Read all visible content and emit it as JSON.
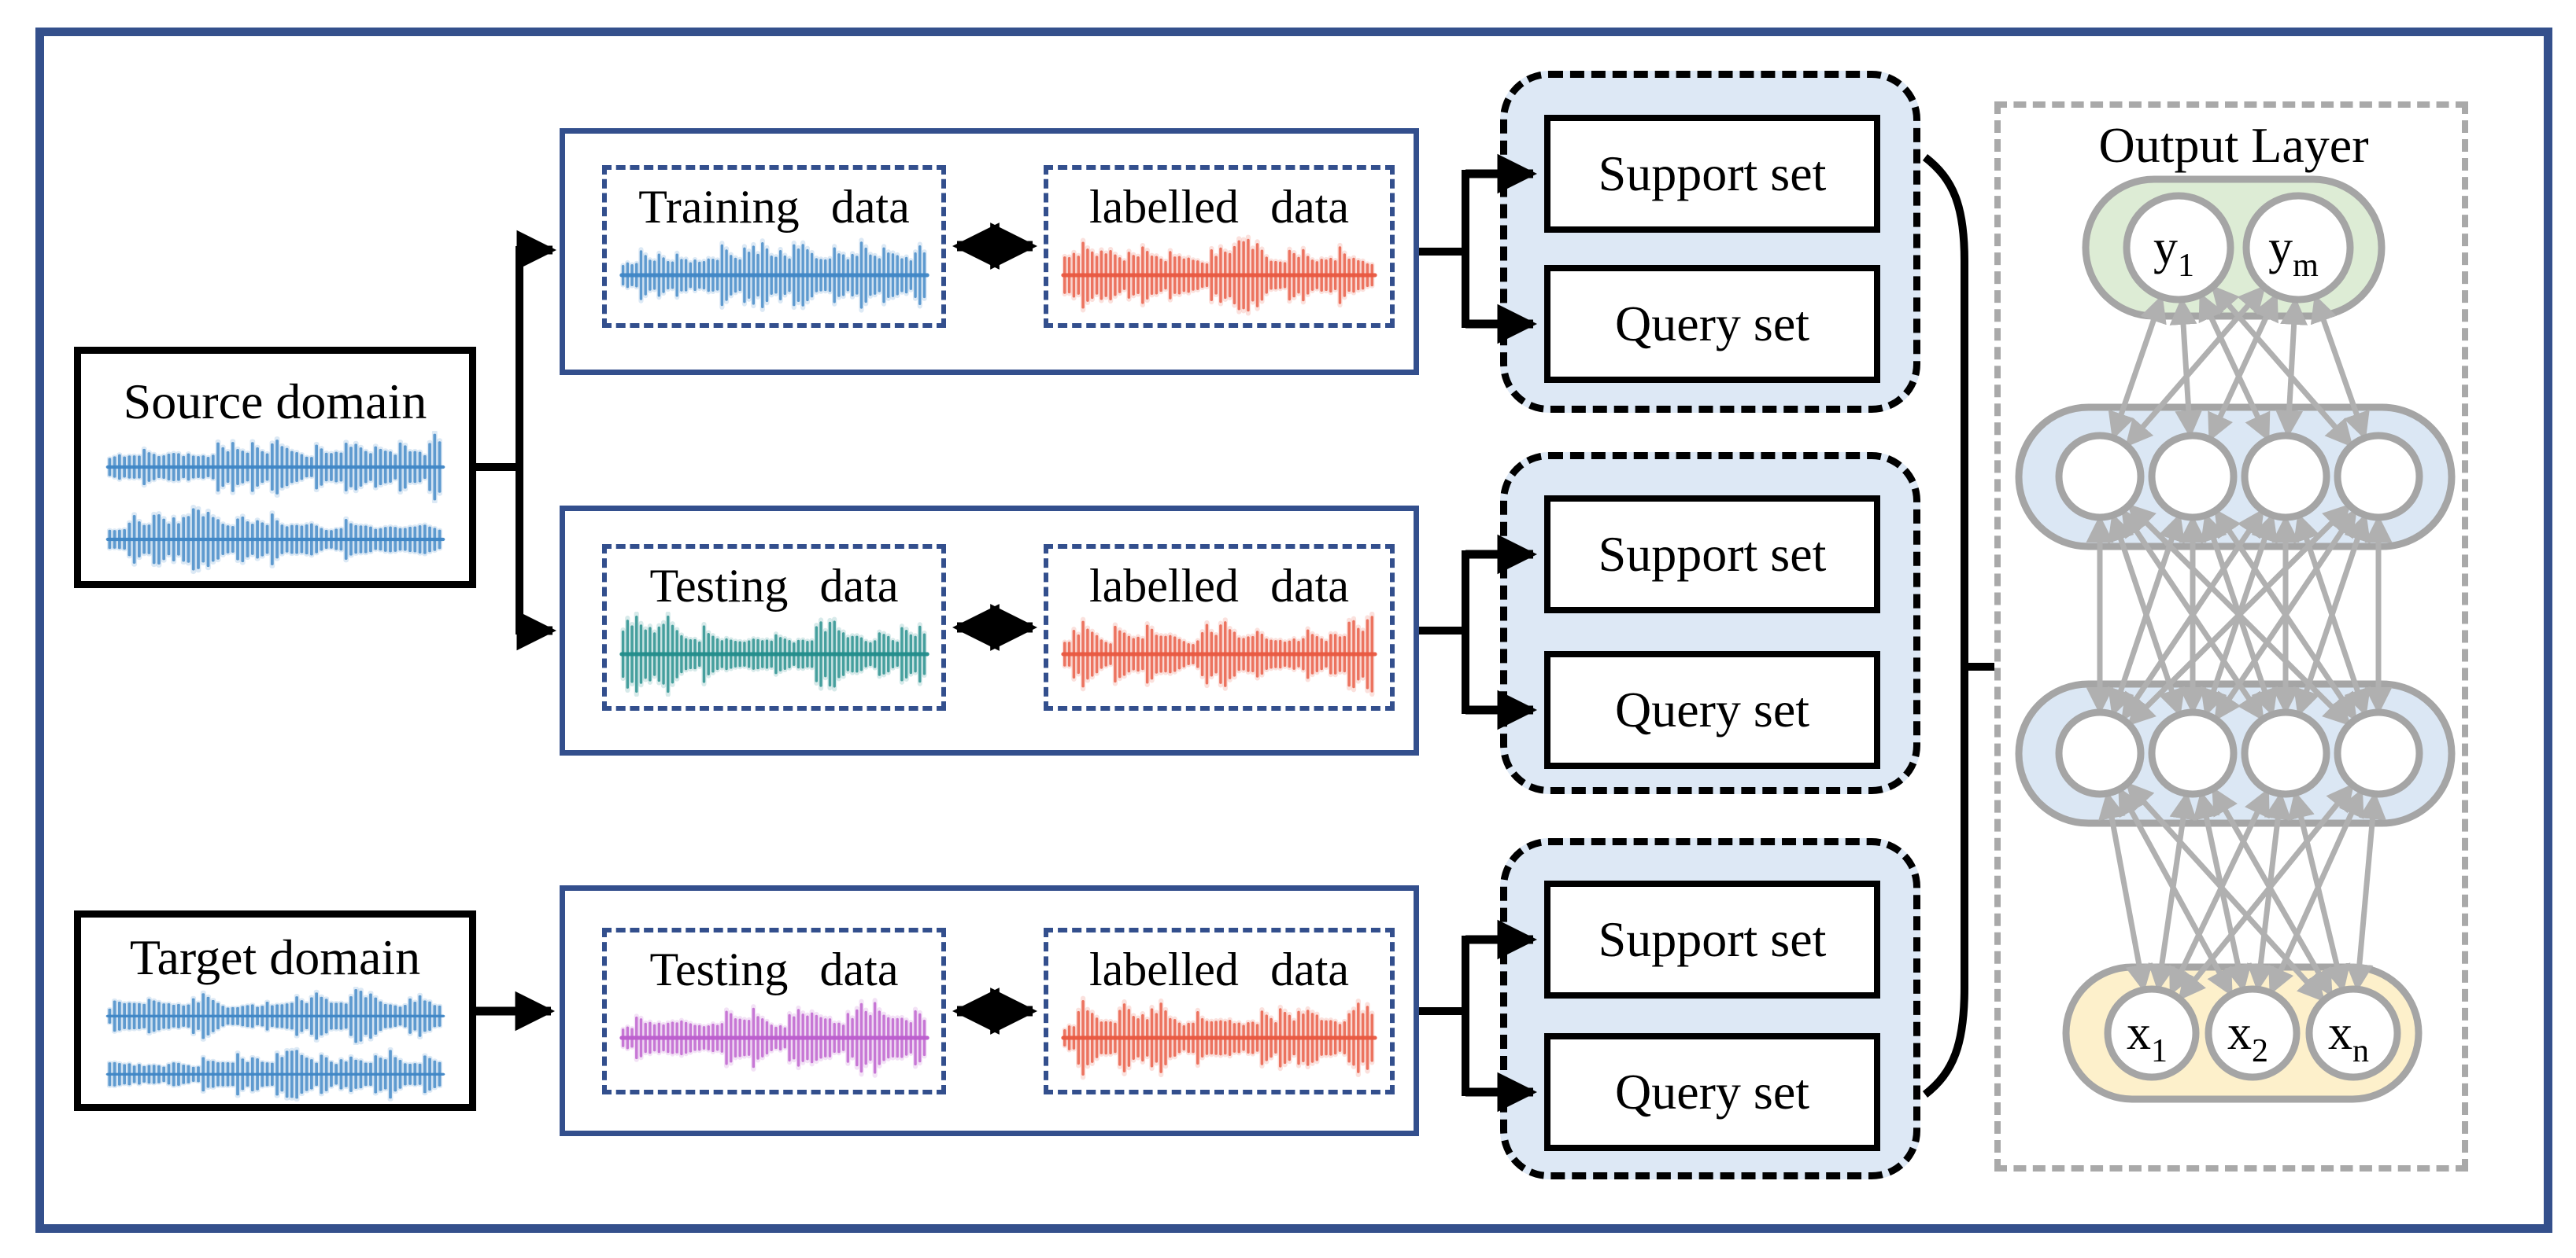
{
  "frame": {
    "border_color": "#34508c"
  },
  "source_box": {
    "label": "Source domain"
  },
  "target_box": {
    "label": "Target domain"
  },
  "rows": [
    {
      "data_label": "Training data",
      "labelled_label": "labelled data"
    },
    {
      "data_label": "Testing data",
      "labelled_label": "labelled data"
    },
    {
      "data_label": "Testing data",
      "labelled_label": "labelled data"
    }
  ],
  "episode_groups": [
    {
      "support_label": "Support set",
      "query_label": "Query set"
    },
    {
      "support_label": "Support set",
      "query_label": "Query set"
    },
    {
      "support_label": "Support set",
      "query_label": "Query set"
    }
  ],
  "network": {
    "title": "Output Layer",
    "output_nodes": [
      {
        "base": "y",
        "sub": "1"
      },
      {
        "base": "y",
        "sub": "m"
      }
    ],
    "hidden_layers": [
      4,
      4
    ],
    "input_nodes": [
      {
        "base": "x",
        "sub": "1"
      },
      {
        "base": "x",
        "sub": "2"
      },
      {
        "base": "x",
        "sub": "n"
      }
    ],
    "colors": {
      "output_fill": "#ddecd5",
      "hidden_fill": "#dbe7f4",
      "input_fill": "#fdf0cb",
      "node_stroke": "#a5a5a5",
      "link": "#b0b0b0",
      "box_dash": "#a9a9a9"
    }
  },
  "waveform_colors": {
    "blue": "#3f86c5",
    "teal": "#218c8a",
    "purple": "#bb5ccd",
    "red": "#e85740"
  },
  "diagram_colors": {
    "blue_stroke": "#334f8d",
    "black": "#000000",
    "container_fill": "#dde8f5"
  }
}
